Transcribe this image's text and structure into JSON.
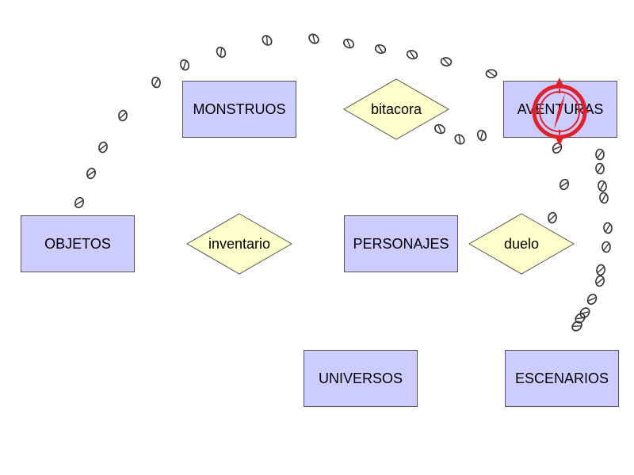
{
  "entities": {
    "monstruos": "MONSTRUOS",
    "aventuras": "AVENTURAS",
    "objetos": "OBJETOS",
    "personajes": "PERSONAJES",
    "universos": "UNIVERSOS",
    "escenarios": "ESCENARIOS"
  },
  "relations": {
    "bitacora": "bitacora",
    "inventario": "inventario",
    "duelo": "duelo"
  },
  "colors": {
    "entity_fill": "#ccccff",
    "relation_fill": "#ffffcc",
    "stroke": "#555555",
    "marker": "#e0202a",
    "footprints": "#333333"
  },
  "icons": {
    "compass": "compass-icon",
    "footprints": "footprint-icon"
  }
}
